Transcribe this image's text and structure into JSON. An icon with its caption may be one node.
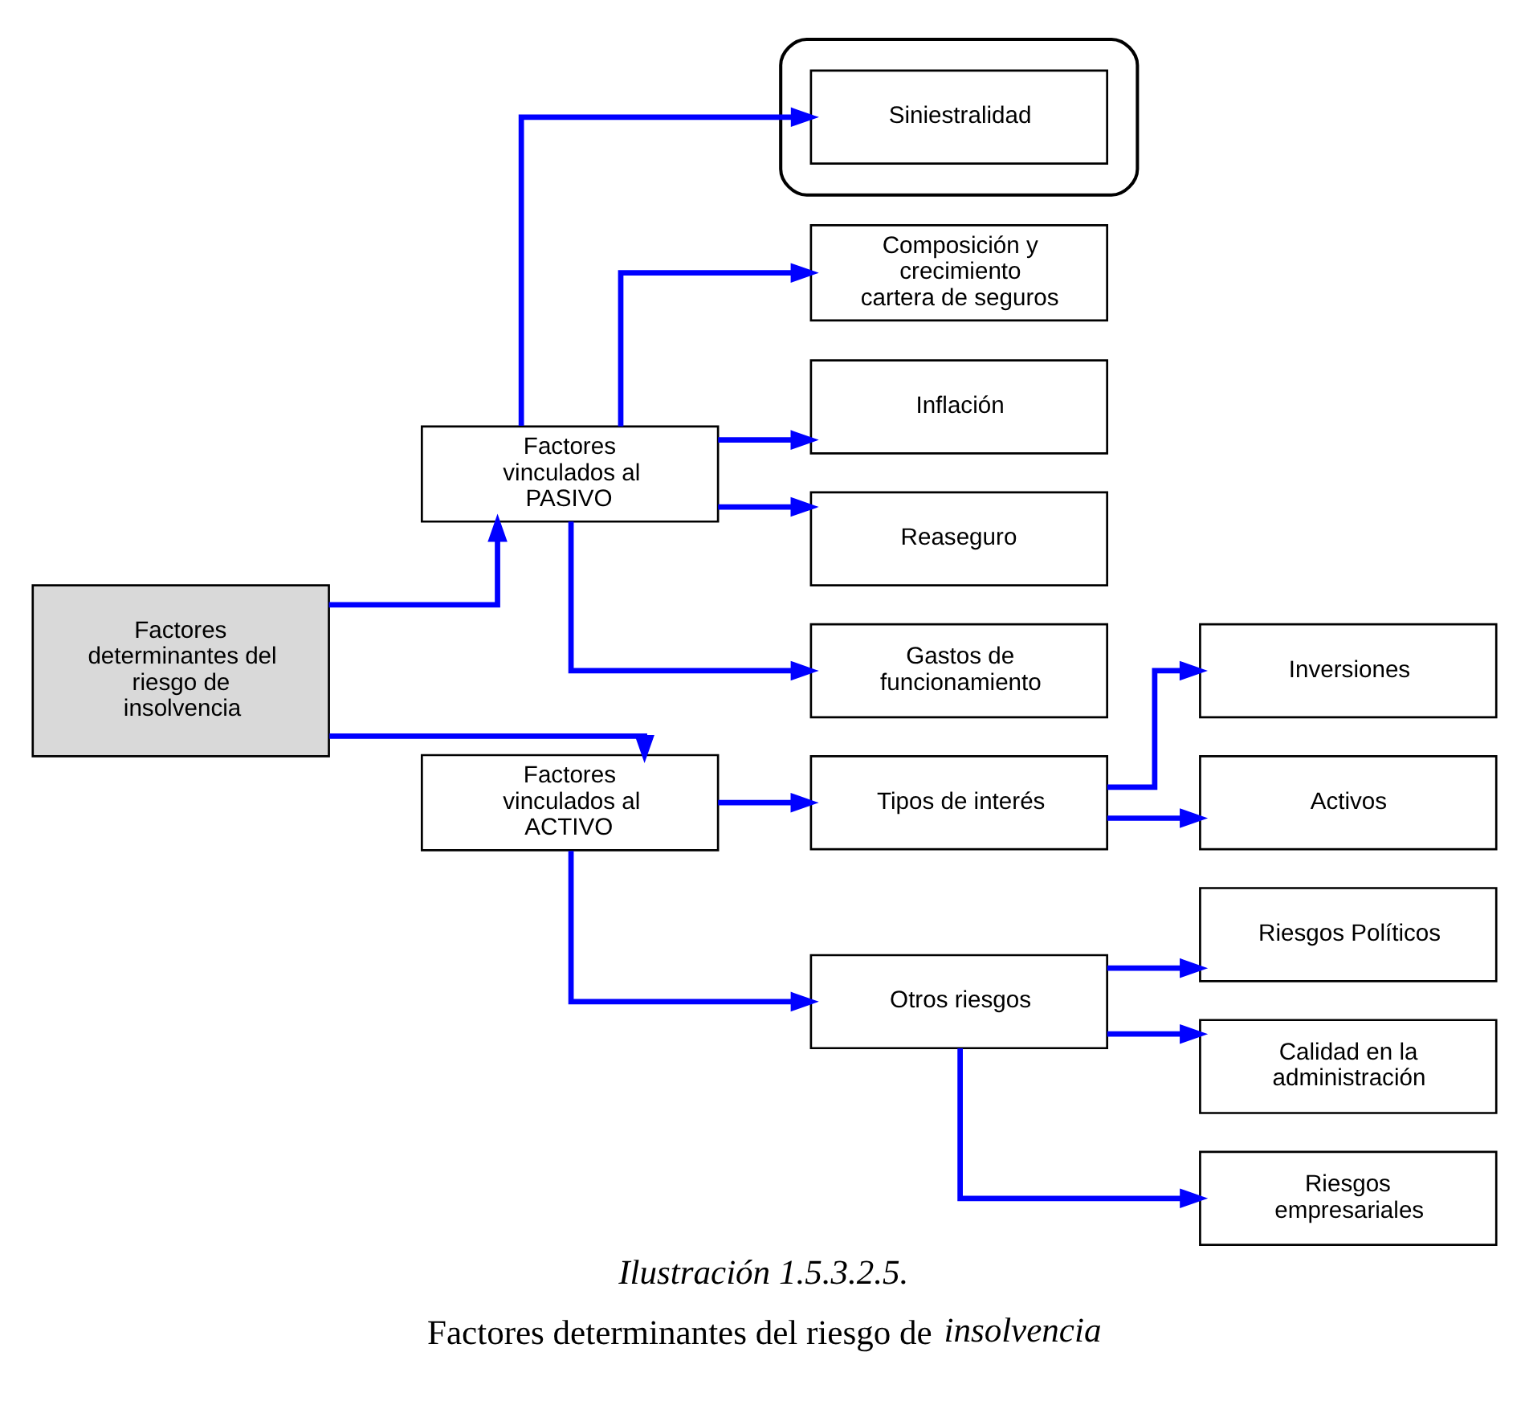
{
  "diagram": {
    "title": "Ilustración 1.5.3.2.5.",
    "caption": "Factores determinantes del riesgo de *insolvencia*",
    "nodes": [
      {
        "text": [
          "Factores determinantes del riesgo de insolvencia"
        ]
      },
      {
        "text": [
          "Factores vinculados al PASIVO"
        ]
      },
      {
        "text": [],
        "shape": "ellipse"
      },
      {
        "text": [
          "Siniestralidad"
        ],
        "in": 2
      },
      {
        "text": [
          "Composición y crecimiento cartera de seguros"
        ]
      },
      {
        "text": [
          "Inflación"
        ]
      },
      {
        "text": [
          "Reaseguro"
        ]
      },
      {
        "text": [
          "Gastos de funcionamiento"
        ]
      },
      {
        "text": [
          "Factores vinculados al ACTIVO"
        ]
      },
      {
        "text": [
          "Tipos de interés"
        ]
      },
      {
        "text": [
          "Otros riesgos"
        ]
      },
      {
        "text": [
          "Inversiones"
        ]
      },
      {
        "text": [
          "Activos"
        ]
      },
      {
        "text": [
          "Riesgos Políticos"
        ]
      },
      {
        "text": [
          "Calidad en la administración"
        ]
      },
      {
        "text": [
          "Riesgos empresariales"
        ]
      }
    ],
    "edges": [
      {
        "from": 0,
        "to": 1,
        "arrow": "to"
      },
      {
        "from": 0,
        "to": 8,
        "arrow": "to"
      },
      {
        "from": 1,
        "to": 3,
        "arrow": "to"
      },
      {
        "from": 1,
        "to": 4,
        "arrow": "to"
      },
      {
        "from": 1,
        "to": 5,
        "arrow": "to"
      },
      {
        "from": 1,
        "to": 6,
        "arrow": "to"
      },
      {
        "from": 1,
        "to": 7,
        "arrow": "to"
      },
      {
        "from": 8,
        "to": 9,
        "arrow": "to"
      },
      {
        "from": 8,
        "to": 10,
        "arrow": "to"
      },
      {
        "from": 9,
        "to": 11,
        "arrow": "to"
      },
      {
        "from": 9,
        "to": 12,
        "arrow": "to"
      },
      {
        "from": 10,
        "to": 13,
        "arrow": "to"
      },
      {
        "from": 10,
        "to": 14,
        "arrow": "to"
      },
      {
        "from": 10,
        "to": 15,
        "arrow": "to"
      }
    ]
  }
}
